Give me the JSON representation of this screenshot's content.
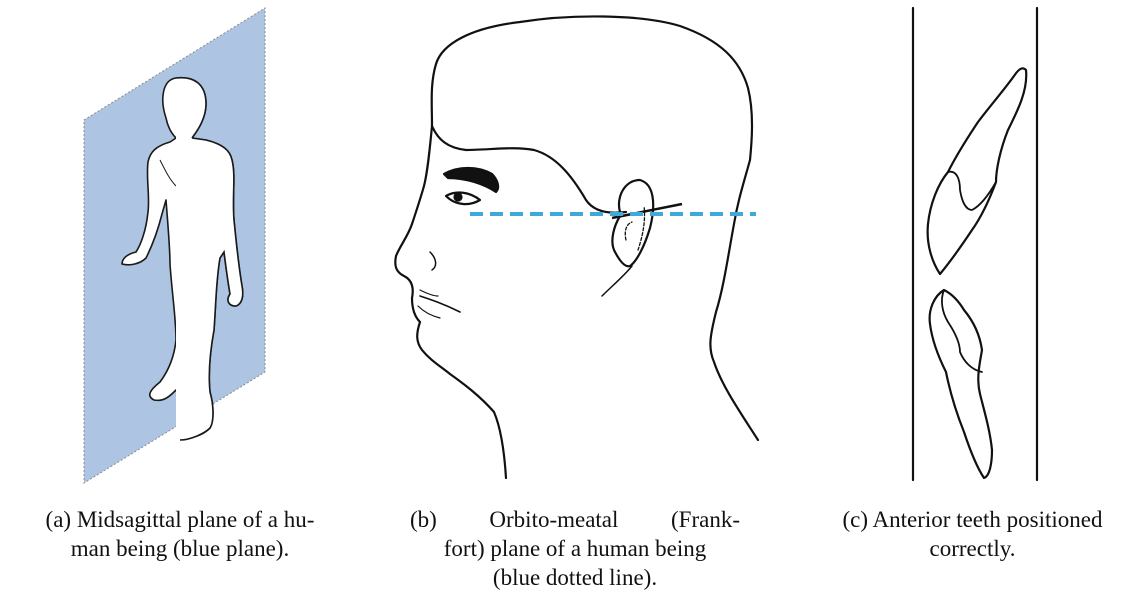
{
  "figures": [
    {
      "id": "a",
      "caption_lines": [
        "(a) Midsagittal plane of a hu-",
        "man being (blue plane)."
      ],
      "plane_color": "#adc4e2"
    },
    {
      "id": "b",
      "caption_lines": [
        "(b)",
        "Orbito-meatal",
        "(Frank-",
        "fort) plane of a human being",
        "(blue dotted line)."
      ],
      "line_color": "#3fa9dc"
    },
    {
      "id": "c",
      "caption_lines": [
        "(c) Anterior teeth positioned",
        "correctly."
      ]
    }
  ]
}
